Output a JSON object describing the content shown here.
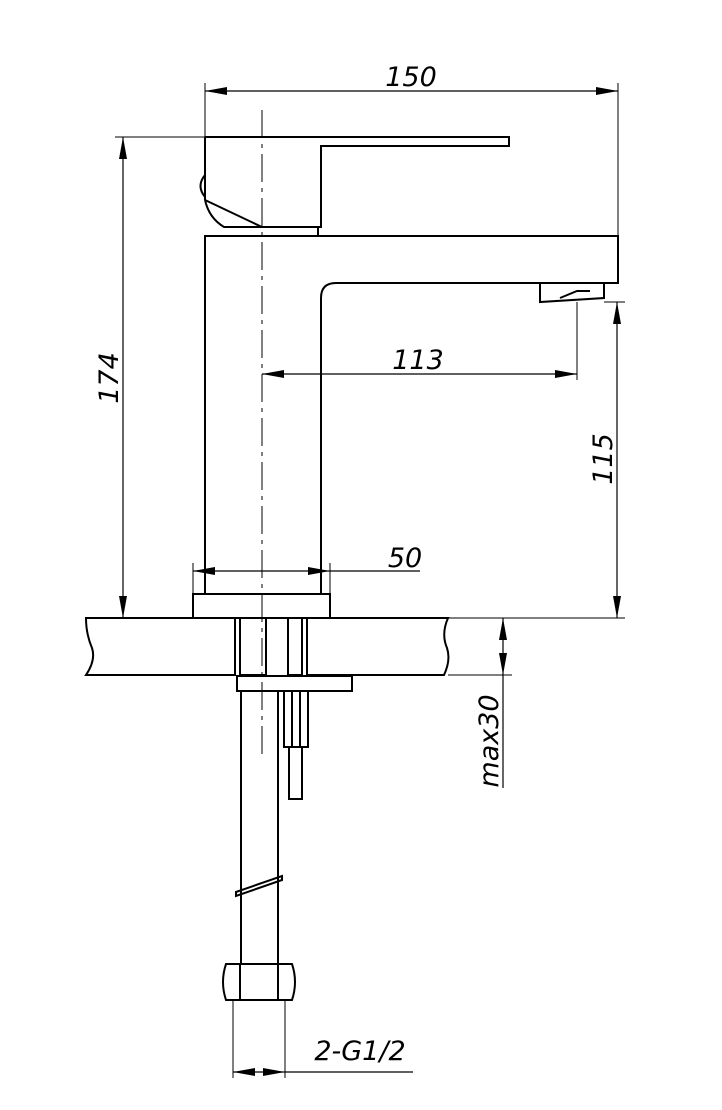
{
  "dimensions": {
    "overall_width": "150",
    "overall_height": "174",
    "spout_reach": "113",
    "spout_height": "115",
    "body_width": "50",
    "max_deck_thickness": "max30",
    "hose_connection": "2-G1/2"
  },
  "colors": {
    "line": "#000000",
    "background": "#ffffff"
  }
}
